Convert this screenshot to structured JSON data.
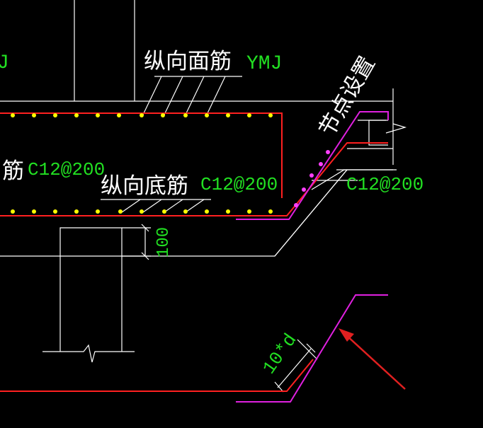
{
  "labels": {
    "partial_left": "J",
    "top_rebar_cn": "纵向面筋",
    "top_rebar_code": "YMJ",
    "left_rebar_cn": "筋",
    "left_rebar_spec": "C12@200",
    "bottom_rebar_cn": "纵向底筋",
    "bottom_rebar_spec": "C12@200",
    "node_setting": "节点设置",
    "right_rebar_spec": "C12@200",
    "dim_100": "100",
    "dim_10d": "10*d"
  },
  "colors": {
    "background": "#000000",
    "outline": "#ffffff",
    "rebar": "#ff2020",
    "stirrup": "#e020e0",
    "dots_yellow": "#ffff00",
    "dots_magenta": "#ff40ff",
    "text_green": "#22e022",
    "arrow": "#e02020"
  }
}
